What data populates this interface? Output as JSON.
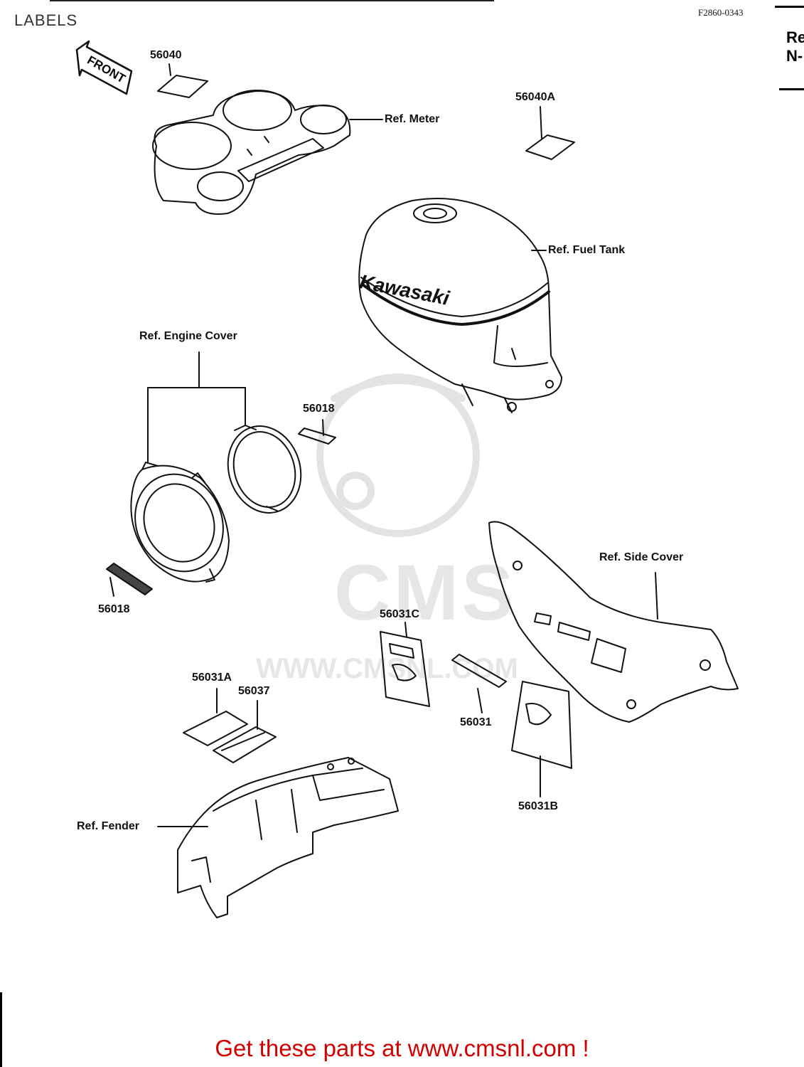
{
  "header": {
    "title": "LABELS",
    "figure_code": "F2860-0343",
    "edge_text_1": "Re",
    "edge_text_2": "N-"
  },
  "front_arrow": {
    "label": "FRONT",
    "icon": "front-arrow-icon"
  },
  "brand_text": "Kawasaki",
  "watermark": {
    "logo": "CMS",
    "url": "WWW.CMSNL.COM"
  },
  "labels": {
    "p56040": "56040",
    "p56040A": "56040A",
    "ref_meter": "Ref. Meter",
    "ref_fuel_tank": "Ref. Fuel Tank",
    "ref_engine_cover": "Ref. Engine Cover",
    "p56018_top": "56018",
    "p56018_bottom": "56018",
    "ref_side_cover": "Ref. Side Cover",
    "p56031C": "56031C",
    "p56031A": "56031A",
    "p56037": "56037",
    "p56031": "56031",
    "p56031B": "56031B",
    "ref_fender": "Ref. Fender"
  },
  "footer": {
    "text": "Get these parts at www.cmsnl.com !"
  },
  "colors": {
    "footer": "#d40000",
    "ink": "#111111",
    "watermark": "#e6e6e6"
  }
}
